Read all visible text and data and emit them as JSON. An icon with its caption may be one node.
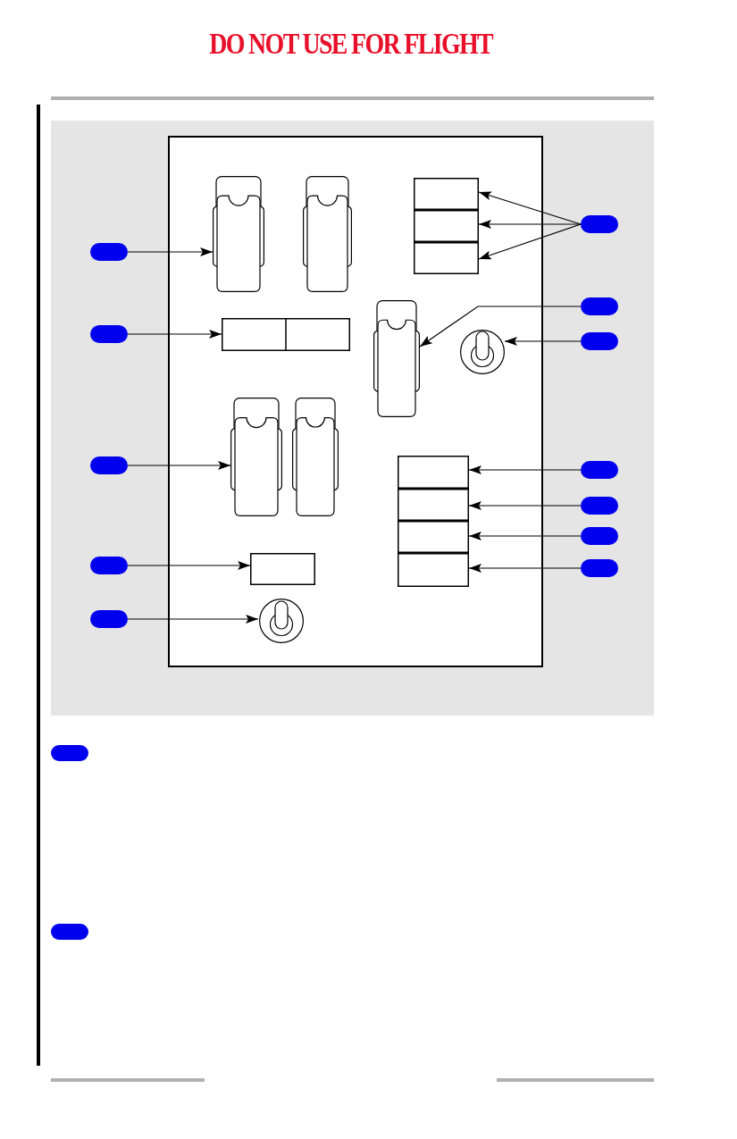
{
  "diagram": {
    "title": "DO NOT USE FOR FLIGHT",
    "nodes": [
      {
        "text": [],
        "shape": "oval"
      },
      {
        "text": [],
        "shape": "wheel"
      },
      {
        "text": [],
        "shape": "wheel"
      },
      {
        "text": [],
        "shape": "box"
      },
      {
        "text": [],
        "shape": "box"
      },
      {
        "text": [],
        "shape": "box"
      },
      {
        "text": [],
        "shape": "oval"
      },
      {
        "text": [],
        "shape": "oval"
      },
      {
        "text": [],
        "shape": "oval"
      },
      {
        "text": [],
        "shape": "box"
      },
      {
        "text": [],
        "shape": "wheel"
      },
      {
        "text": [],
        "shape": "switch"
      },
      {
        "text": [],
        "shape": "oval"
      },
      {
        "text": [],
        "shape": "wheel"
      },
      {
        "text": [],
        "shape": "wheel"
      },
      {
        "text": [],
        "shape": "box"
      },
      {
        "text": [],
        "shape": "oval"
      },
      {
        "text": [],
        "shape": "oval"
      },
      {
        "text": [],
        "shape": "box"
      },
      {
        "text": [],
        "shape": "oval"
      },
      {
        "text": [],
        "shape": "box"
      },
      {
        "text": [],
        "shape": "oval"
      },
      {
        "text": [],
        "shape": "box"
      },
      {
        "text": [],
        "shape": "oval"
      },
      {
        "text": [],
        "shape": "box"
      },
      {
        "text": [],
        "shape": "oval"
      },
      {
        "text": [],
        "shape": "oval"
      },
      {
        "text": [],
        "shape": "switch"
      },
      {
        "text": [],
        "shape": "oval"
      },
      {
        "text": [],
        "shape": "oval"
      }
    ],
    "edges": [
      {
        "from": 0,
        "to": 1,
        "arrow": "to"
      },
      {
        "from": 6,
        "to": 3,
        "arrow": "to"
      },
      {
        "from": 6,
        "to": 4,
        "arrow": "to"
      },
      {
        "from": 6,
        "to": 5,
        "arrow": "to"
      },
      {
        "from": 7,
        "to": 10,
        "arrow": "to"
      },
      {
        "from": 8,
        "to": 9,
        "arrow": "to"
      },
      {
        "from": 12,
        "to": 11,
        "arrow": "to"
      },
      {
        "from": 16,
        "to": 13,
        "arrow": "to"
      },
      {
        "from": 17,
        "to": 15,
        "arrow": "to"
      },
      {
        "from": 19,
        "to": 18,
        "arrow": "to"
      },
      {
        "from": 21,
        "to": 20,
        "arrow": "to"
      },
      {
        "from": 23,
        "to": 22,
        "arrow": "to"
      },
      {
        "from": 25,
        "to": 24,
        "arrow": "to"
      },
      {
        "from": 26,
        "to": 27,
        "arrow": "to"
      }
    ]
  }
}
